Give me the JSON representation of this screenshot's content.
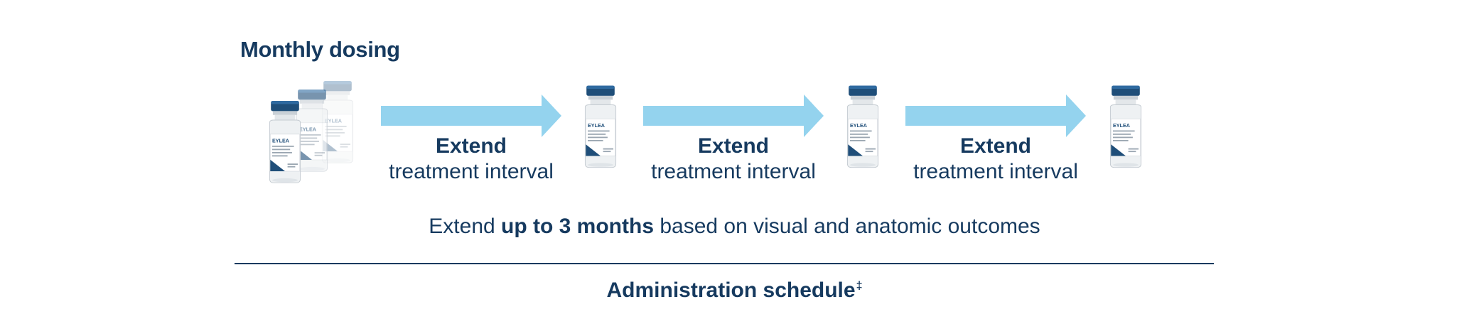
{
  "title": "Monthly dosing",
  "steps": [
    {
      "bold": "Extend",
      "light": "treatment interval"
    },
    {
      "bold": "Extend",
      "light": "treatment interval"
    },
    {
      "bold": "Extend",
      "light": "treatment interval"
    }
  ],
  "summary": {
    "prefix": "Extend ",
    "emphasis": "up to 3 months",
    "suffix": " based on visual and anatomic outcomes"
  },
  "footer": {
    "text": "Administration schedule",
    "mark": "‡"
  },
  "vial_label": "EYLEA",
  "colors": {
    "navy": "#163a5f",
    "arrow": "#94d3ee",
    "cap": "#1f4e79",
    "glass": "#eef1f3"
  }
}
